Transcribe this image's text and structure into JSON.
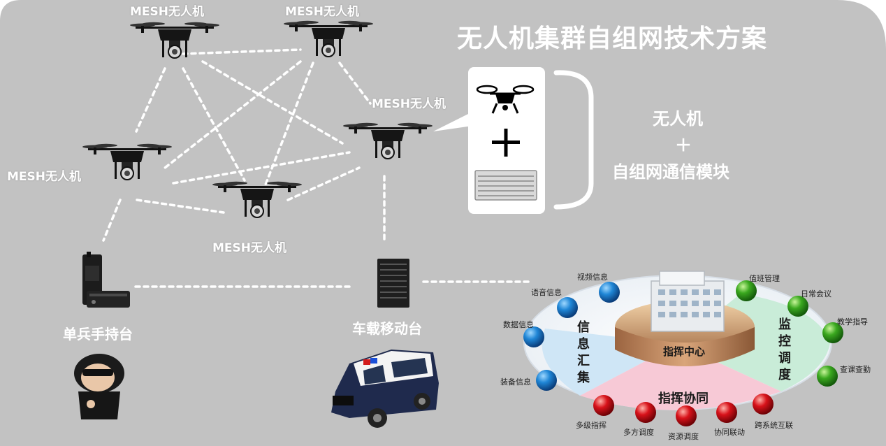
{
  "title": "无人机集群自组网技术方案",
  "drones": {
    "top_left_label": "MESH无人机",
    "top_right_label": "MESH无人机",
    "right_label": "MESH无人机",
    "left_label": "MESH无人机",
    "bottom_label": "MESH无人机"
  },
  "composition": {
    "line1": "无人机",
    "plus": "＋",
    "line2": "自组网通信模块"
  },
  "ground": {
    "handheld_label": "单兵手持台",
    "vehicle_label": "车载移动台"
  },
  "command": {
    "center_label": "指挥中心",
    "left_sector": [
      "信",
      "息",
      "汇",
      "集"
    ],
    "right_sector": [
      "监",
      "控",
      "调",
      "度"
    ],
    "bottom_sector": "指挥协同",
    "left_items": [
      "视频信息",
      "语音信息",
      "数据信息",
      "装备信息"
    ],
    "right_items": [
      "值班管理",
      "日常会议",
      "教学指导",
      "查课查勤"
    ],
    "bottom_items": [
      "多级指挥",
      "多方调度",
      "资源调度",
      "协同联动",
      "跨系统互联"
    ]
  },
  "colors": {
    "background": "#c2c2c2",
    "blue_node": "#1a6fc0",
    "green_node": "#2f9a1e",
    "red_node": "#d2141c"
  }
}
